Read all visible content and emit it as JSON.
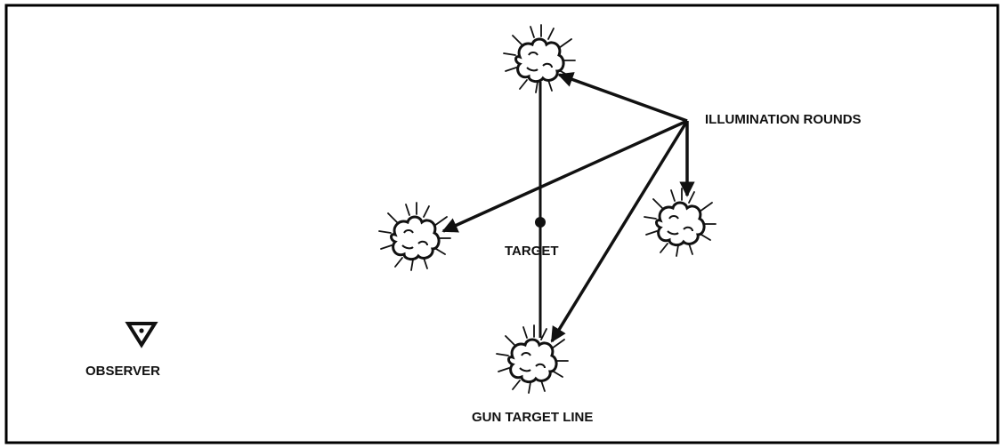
{
  "labels": {
    "illumination_rounds": "ILLUMINATION ROUNDS",
    "target": "TARGET",
    "observer": "OBSERVER",
    "gun_target_line": "GUN TARGET LINE"
  },
  "colors": {
    "ink": "#111111",
    "frame": "#000000",
    "background": "#ffffff"
  },
  "icons": {
    "burst": "explosion-burst-icon",
    "observer": "observer-triangle-icon"
  }
}
